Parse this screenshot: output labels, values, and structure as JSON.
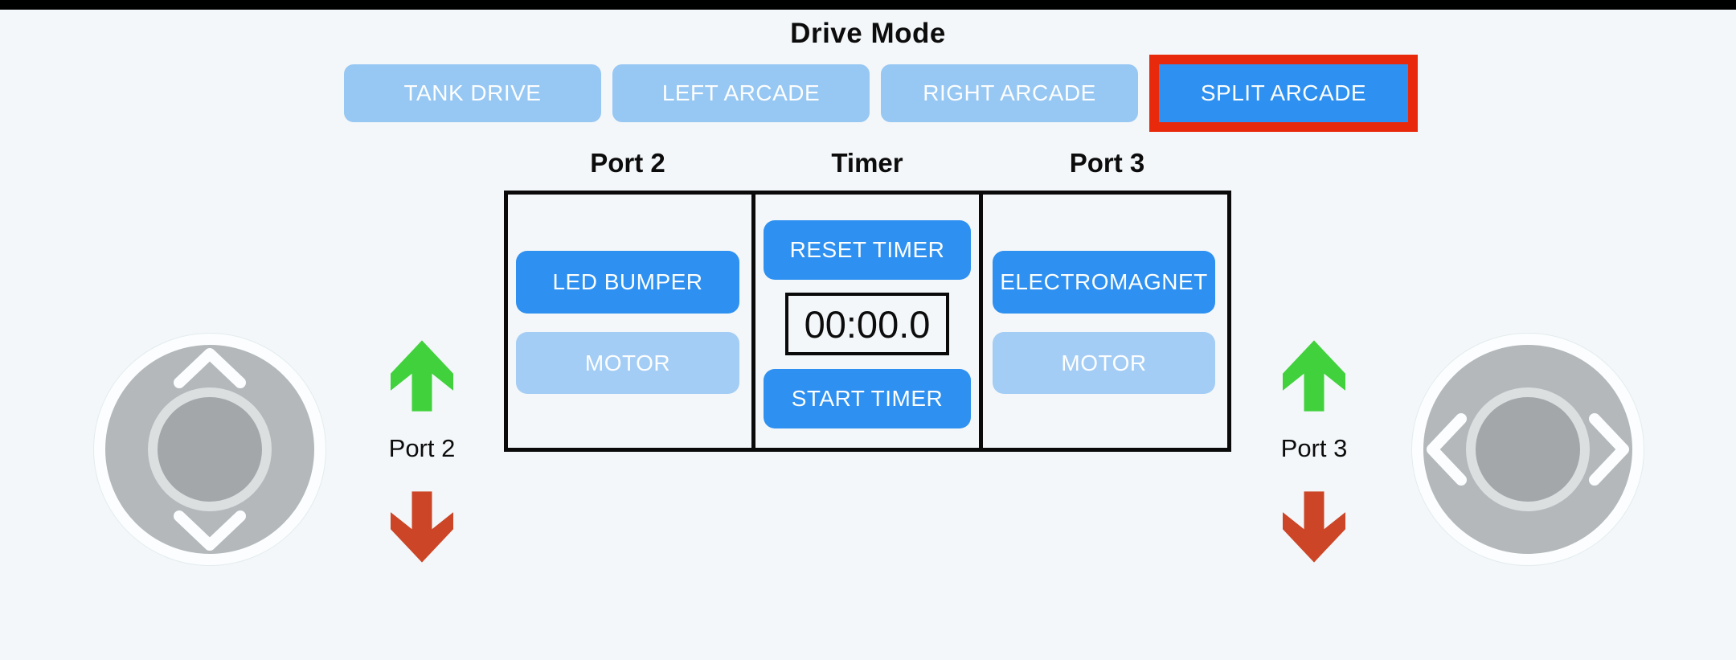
{
  "drive_mode": {
    "title": "Drive Mode",
    "buttons": [
      {
        "label": "TANK DRIVE",
        "selected": false
      },
      {
        "label": "LEFT ARCADE",
        "selected": false
      },
      {
        "label": "RIGHT ARCADE",
        "selected": false
      },
      {
        "label": "SPLIT ARCADE",
        "selected": true
      }
    ]
  },
  "panel": {
    "headers": [
      "Port 2",
      "Timer",
      "Port 3"
    ],
    "port2": {
      "device_label": "LED BUMPER",
      "motor_label": "MOTOR",
      "device_state": "active",
      "motor_state": "inactive"
    },
    "timer": {
      "reset_label": "RESET TIMER",
      "display": "00:00.0",
      "start_label": "START TIMER"
    },
    "port3": {
      "device_label": "ELECTROMAGNET",
      "motor_label": "MOTOR",
      "device_state": "active",
      "motor_state": "inactive"
    }
  },
  "indicators": {
    "left": {
      "label": "Port 2",
      "up_icon": "green-up-arrow",
      "down_icon": "red-down-arrow"
    },
    "right": {
      "label": "Port 3",
      "up_icon": "green-up-arrow",
      "down_icon": "red-down-arrow"
    }
  },
  "joysticks": {
    "left": {
      "icons": [
        "chevron-up",
        "chevron-down"
      ]
    },
    "right": {
      "icons": [
        "chevron-left",
        "chevron-right"
      ]
    }
  },
  "colors": {
    "background": "#f3f7f9",
    "button_active_blue": "#2e90f0",
    "button_inactive_blue": "#a4cdf5",
    "mode_button_blue": "#97c7f3",
    "selection_red": "#e8290c",
    "arrow_green": "#41d13d",
    "arrow_red": "#cc4527",
    "table_border": "#0a0a0a"
  }
}
